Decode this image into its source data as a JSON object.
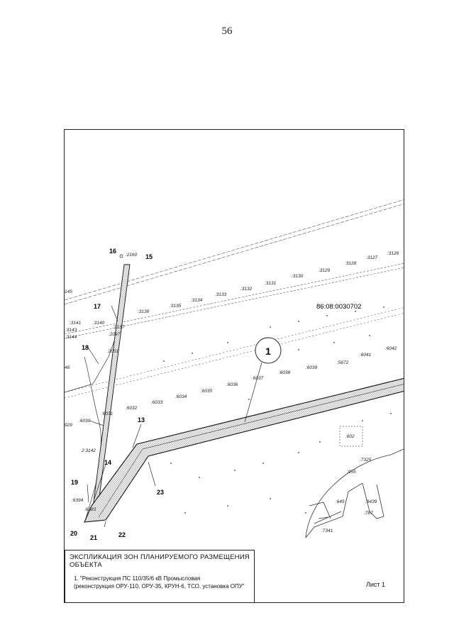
{
  "page": {
    "number": "56"
  },
  "map": {
    "cadastral_block": "86:08:0030702",
    "zone_marker": "1",
    "vertices": [
      "16",
      "15",
      "17",
      "18",
      "13",
      "14",
      "19",
      "20",
      "21",
      "22",
      "23"
    ],
    "parcels_top": [
      ":2160",
      ":3127",
      ":3126",
      ":3128",
      ":3129",
      ":3130",
      ":3131",
      ":3132",
      ":3133",
      ":3134",
      ":3135",
      ":3136",
      ":3137",
      ":3140",
      ":3141",
      ":3143",
      ":3144",
      "145"
    ],
    "parcels_mid": [
      ":6042",
      ":6041",
      ":5672",
      ":6039",
      ":6038",
      ":6037",
      ":6036",
      ":6035",
      ":6034",
      ":6033",
      ":6032",
      ":6031",
      ":6030",
      "929",
      ":2051",
      ":2097",
      "46",
      "2:3142"
    ],
    "parcels_low": [
      ":602",
      ":7325",
      ":955",
      ":645",
      ":9439",
      ":787",
      ":7341",
      ":6394",
      ":6383"
    ]
  },
  "legend": {
    "title_line1": "ЭКСПЛИКАЦИЯ ЗОН ПЛАНИРУЕМОГО РАЗМЕЩЕНИЯ",
    "title_line2": "ОБЪЕКТА",
    "item_line1": "1. \"Реконструкция ПС 110/35/6 кВ Промысловая",
    "item_line2": "(реконструкция ОРУ-110, ОРУ-35, КРУН-6, ТСО, установка ОПУ\""
  },
  "sheet": {
    "label": "Лист 1"
  }
}
